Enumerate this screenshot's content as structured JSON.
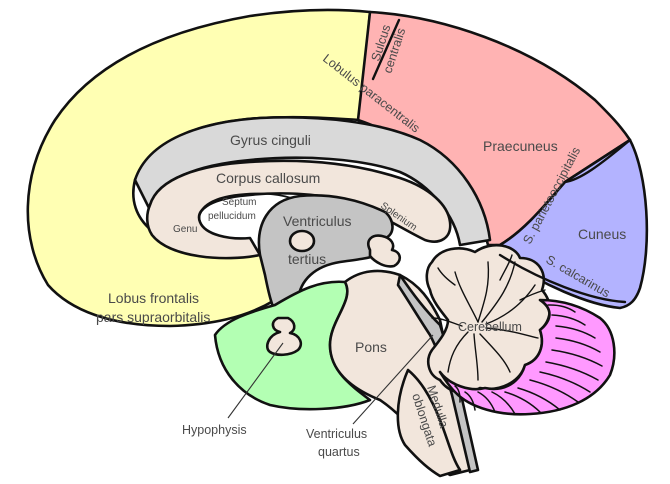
{
  "title": "Medial view of the brain (sagittal section)",
  "colors": {
    "frontal": "#ffffb3",
    "parietal": "#ffb3b3",
    "occipital": "#b3b3ff",
    "limbic": "#d9d9d9",
    "white_matter": "#f2e6dc",
    "ventricle": "#c4c4c4",
    "hypothalamus": "#b3ffb3",
    "cerebellum_cortex": "#ff99ff",
    "outline": "#111111",
    "label": "#4a4a4a"
  },
  "labels": {
    "sulcus_centralis_1": "Sulcus",
    "sulcus_centralis_2": "centralis",
    "lobulus_paracentralis": "Lobulus paracentralis",
    "praecuneus": "Praecuneus",
    "cuneus": "Cuneus",
    "s_parietooccipitalis": "S. parietooccipitalis",
    "s_calcarinus": "S. calcarinus",
    "gyrus_cinguli": "Gyrus cinguli",
    "corpus_callosum": "Corpus callosum",
    "septum_1": "Septum",
    "septum_2": "pellucidum",
    "genu": "Genu",
    "splenium": "Splenium",
    "ventriculus_tertius_1": "Ventriculus",
    "ventriculus_tertius_2": "tertius",
    "lobus_frontalis_1": "Lobus frontalis",
    "lobus_frontalis_2": "pars supraorbitalis",
    "pons": "Pons",
    "cerebellum": "Cerebellum",
    "medulla_1": "Medulla",
    "medulla_2": "oblongata",
    "hypophysis": "Hypophysis",
    "ventriculus_quartus_1": "Ventriculus",
    "ventriculus_quartus_2": "quartus"
  }
}
